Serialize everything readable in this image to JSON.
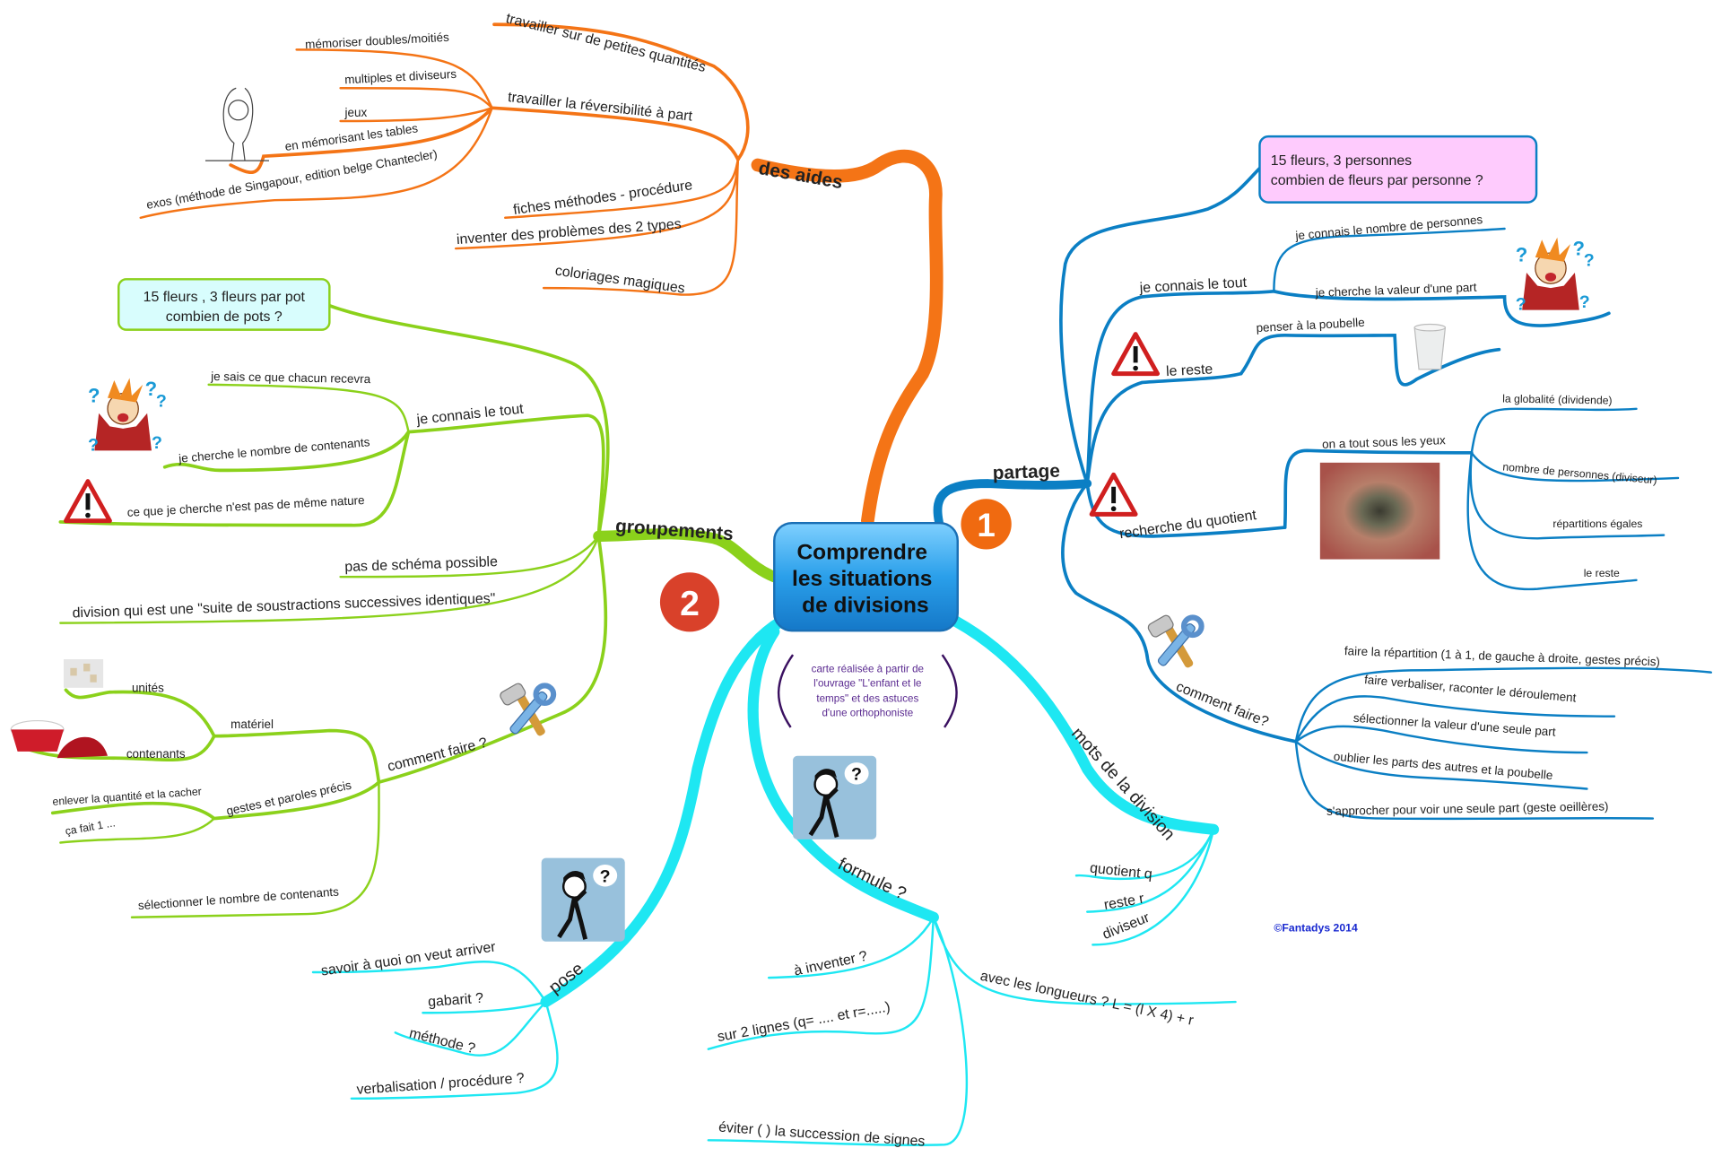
{
  "central": {
    "line1": "Comprendre",
    "line2": "les situations",
    "line3": "de divisions"
  },
  "note": {
    "line1": "carte réalisée à partir de",
    "line2": "l'ouvrage \"L'enfant et le",
    "line3": "temps\" et des astuces",
    "line4": "d'une orthophoniste"
  },
  "badges": {
    "one": "1",
    "two": "2"
  },
  "copyright": "©Fantadys 2014",
  "colors": {
    "aides": "#f47416",
    "groupements": "#8bd11b",
    "partage": "#0b7fc4",
    "formule": "#1ee7f2",
    "central": "#2a9fea",
    "badge_one": "#f06a10",
    "badge_two": "#d9412a"
  },
  "aides": {
    "label": "des aides",
    "petites": "travailler sur de petites quantités",
    "reversibilite": "travailler la réversibilité à part",
    "fiches": "fiches méthodes - procédure",
    "inventer": "inventer des problèmes des 2 types",
    "coloriages": "coloriages magiques",
    "memoriser": "mémoriser doubles/moitiés",
    "multiples": "multiples et diviseurs",
    "jeux": "jeux",
    "tables": "en mémorisant les tables",
    "exos": "exos (méthode de Singapour, edition belge Chantecler)"
  },
  "groupements": {
    "label": "groupements",
    "box_line1": "15 fleurs , 3 fleurs par pot",
    "box_line2": "combien de pots ?",
    "connais": "je connais le tout",
    "sais": "je sais ce que chacun recevra",
    "cherche": "je cherche le nombre de contenants",
    "nature": "ce que je cherche n'est pas de même nature",
    "schema": "pas de schéma possible",
    "suite": "division qui est une \"suite de soustractions successives identiques\"",
    "comment": "comment faire ?",
    "materiel": "matériel",
    "unites": "unités",
    "contenants": "contenants",
    "gestes": "gestes et paroles précis",
    "enlever": "enlever la quantité et la cacher",
    "cafait": "ça fait 1 ...",
    "selectionner": "sélectionner le nombre de contenants"
  },
  "partage": {
    "label": "partage",
    "box_line1": "15 fleurs, 3 personnes",
    "box_line2": "combien de fleurs par personne ?",
    "connais": "je connais le tout",
    "nombre_personnes": "je connais le nombre de personnes",
    "valeur_part": "je cherche la valeur d'une part",
    "reste": "le reste",
    "poubelle": "penser à la poubelle",
    "quotient": "recherche du quotient",
    "yeux": "on a tout sous les yeux",
    "globalite": "la globalité (dividende)",
    "diviseur": "nombre de personnes (diviseur)",
    "repartitions": "répartitions égales",
    "le_reste": "le reste",
    "comment": "comment faire?",
    "c1": "faire la répartition (1 à 1, de gauche à droite, gestes précis)",
    "c2": "faire verbaliser, raconter le déroulement",
    "c3": "sélectionner la valeur d'une seule part",
    "c4": "oublier les parts des autres et la poubelle",
    "c5": "s'approcher pour voir une seule part (geste oeillères)"
  },
  "mots": {
    "label": "mots de la division",
    "quotient": "quotient q",
    "reste": "reste r",
    "diviseur": "diviseur"
  },
  "formule": {
    "label": "formule ?",
    "inventer": "à inventer ?",
    "lignes": "sur 2 lignes (q= .... et r=.....)",
    "eviter": "éviter ( ) la succession de signes",
    "longueurs": "avec les longueurs ? L = (l X 4) + r"
  },
  "pose": {
    "label": "pose",
    "savoir": "savoir à quoi on veut arriver",
    "gabarit": "gabarit ?",
    "methode": "méthode ?",
    "verbalisation": "verbalisation / procédure ?"
  }
}
